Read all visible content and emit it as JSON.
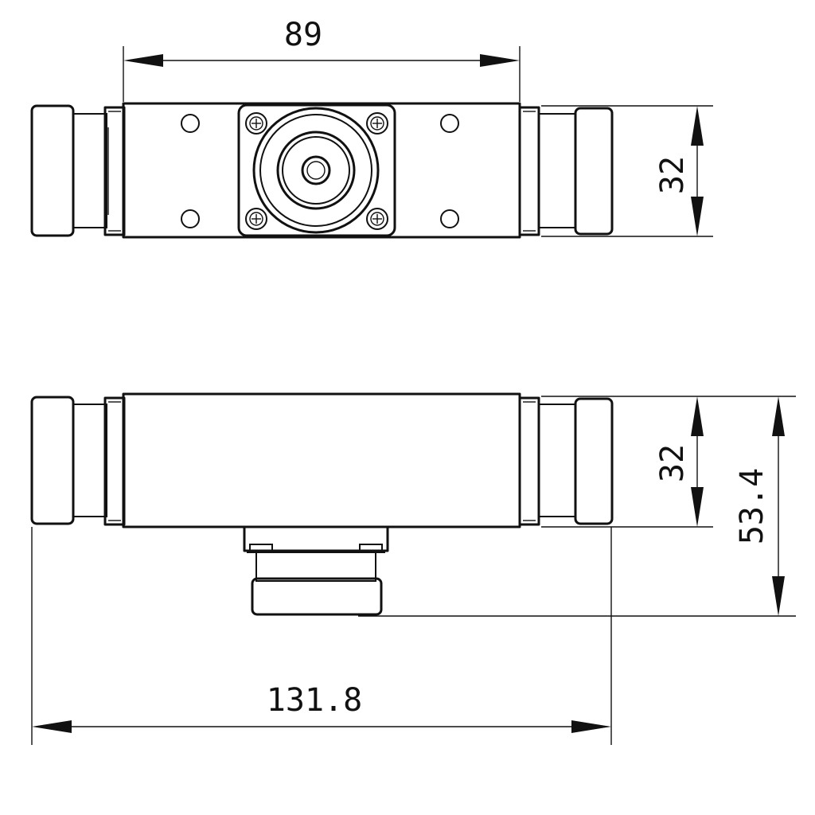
{
  "dimensions": {
    "top_width": "89",
    "top_height": "32",
    "side_height": "32",
    "side_total_height": "53.4",
    "total_length": "131.8"
  }
}
